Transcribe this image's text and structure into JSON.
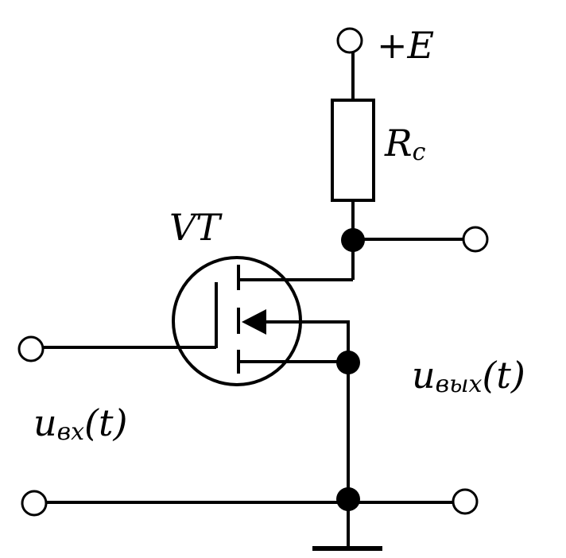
{
  "labels": {
    "supply": {
      "main": "+E"
    },
    "resistor": {
      "main": "R",
      "sub": "c"
    },
    "transistor": {
      "main": "VT"
    },
    "output_voltage": {
      "main": "u",
      "sub": "вых",
      "arg": "(t)"
    },
    "input_voltage": {
      "main": "u",
      "sub": "вх",
      "arg": "(t)"
    }
  },
  "colors": {
    "line": "#000000",
    "background": "#ffffff"
  }
}
